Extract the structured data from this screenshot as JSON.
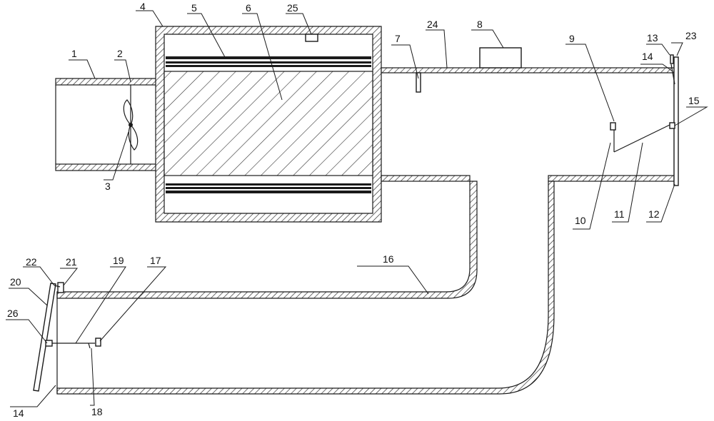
{
  "labels": {
    "l1": "1",
    "l2": "2",
    "l3": "3",
    "l4": "4",
    "l5": "5",
    "l6": "6",
    "l7": "7",
    "l8": "8",
    "l9": "9",
    "l10": "10",
    "l11": "11",
    "l12": "12",
    "l13": "13",
    "l14a": "14",
    "l14b": "14",
    "l15": "15",
    "l16": "16",
    "l17": "17",
    "l18": "18",
    "l19": "19",
    "l20": "20",
    "l21": "21",
    "l22": "22",
    "l23": "23",
    "l24": "24",
    "l25": "25",
    "l26": "26"
  }
}
